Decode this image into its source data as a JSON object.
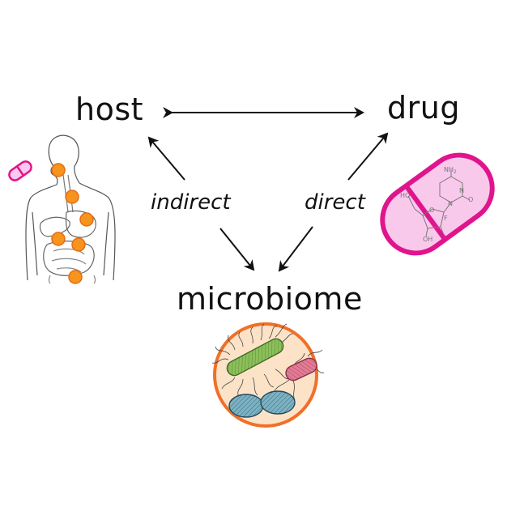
{
  "nodes": {
    "host": "host",
    "drug": "drug",
    "microbiome": "microbiome"
  },
  "edges": {
    "indirect": "indirect",
    "direct": "direct"
  },
  "molecule": {
    "nh2": "NH",
    "nh2_sub": "2",
    "n_top": "N",
    "n_bottom": "N",
    "o_carbonyl": "O",
    "ho": "HO",
    "o_ring": "O",
    "f": "F",
    "oh": "OH"
  },
  "colors": {
    "text": "#111111",
    "pill_outline": "#e0148c",
    "pill_fill": "#f9c9ec",
    "organ": "#f7941d",
    "organ_outline": "#e56c12",
    "microbe_circle": "#f07028",
    "microbe_fill": "#fce3c8",
    "bacterium_green": "#8cbf5a",
    "bacterium_pink": "#e27c95",
    "bacterium_blue": "#6ea8bb"
  },
  "icons": [
    "human-body-icon",
    "small-pill-icon",
    "drug-capsule-icon",
    "microbe-dish-icon"
  ]
}
